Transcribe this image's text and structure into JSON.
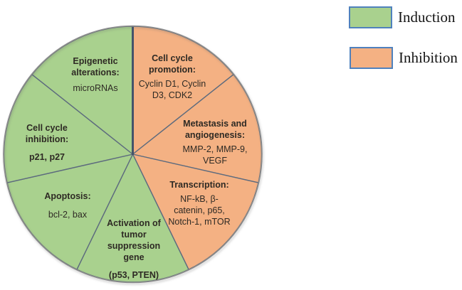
{
  "legend": {
    "items": [
      {
        "label": "Induction",
        "color": "#a9d18e",
        "border_color": "#4f81bd"
      },
      {
        "label": "Inhibition",
        "color": "#f4b183",
        "border_color": "#4f81bd"
      }
    ]
  },
  "chart_data": {
    "type": "pie",
    "title": "",
    "start_angle_deg": -90,
    "direction": "clockwise",
    "slice_border_color": "#5d6b7e",
    "outline_color": "#8c8c8c",
    "divider_color": "#44546a",
    "categories": [
      "Cell cycle promotion",
      "Metastasis and angiogenesis",
      "Transcription",
      "Activation of tumor suppression gene",
      "Apoptosis",
      "Cell cycle inhibition",
      "Epigenetic alterations"
    ],
    "values": [
      1,
      1,
      1,
      1,
      1,
      1,
      1
    ],
    "slices": [
      {
        "title": "Cell cycle\npromotion:",
        "genes": "Cyclin D1, Cyclin\nD3, CDK2",
        "category": "Inhibition",
        "color": "#f4b183",
        "value": 1
      },
      {
        "title": "Metastasis and\nangiogenesis:",
        "genes": "MMP-2, MMP-9,\nVEGF",
        "category": "Inhibition",
        "color": "#f4b183",
        "value": 1
      },
      {
        "title": "Transcription:",
        "genes": "NF-kB, β-\ncatenin, p65,\nNotch-1, mTOR",
        "category": "Inhibition",
        "color": "#f4b183",
        "value": 1
      },
      {
        "title": "Activation of\ntumor\nsuppression\ngene",
        "genes": "(p53, PTEN)",
        "category": "Induction",
        "color": "#a9d18e",
        "value": 1
      },
      {
        "title": "Apoptosis:",
        "genes": "bcl-2, bax",
        "category": "Induction",
        "color": "#a9d18e",
        "value": 1
      },
      {
        "title": "Cell cycle\ninhibition:",
        "genes": "p21, p27",
        "category": "Induction",
        "color": "#a9d18e",
        "value": 1
      },
      {
        "title": "Epigenetic\nalterations:",
        "genes": "microRNAs",
        "category": "Induction",
        "color": "#a9d18e",
        "value": 1
      }
    ]
  }
}
